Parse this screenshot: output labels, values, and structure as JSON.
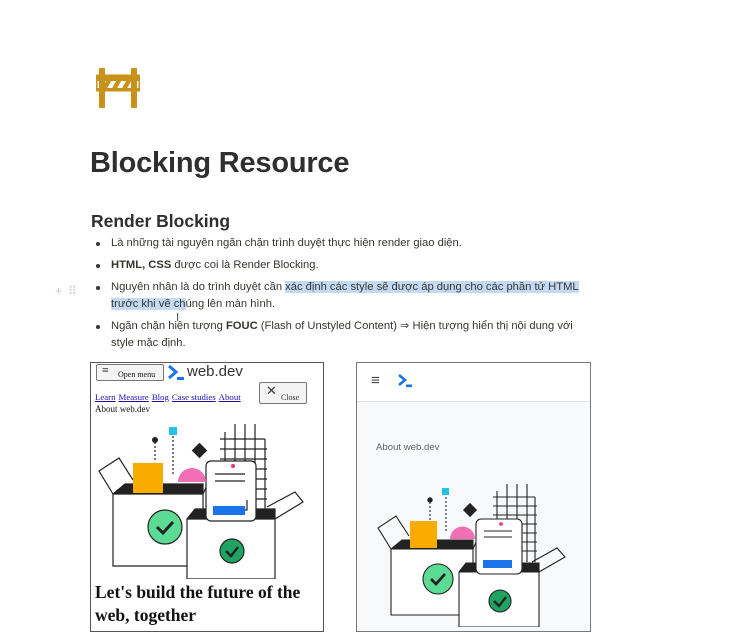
{
  "page": {
    "title": "Blocking Resource",
    "icon": "roadblock-icon",
    "accent": "#c89119"
  },
  "section": {
    "heading": "Render Blocking",
    "bullets": [
      {
        "text": "Là những tài nguyên ngăn chặn trình duyệt thực hiện render giao diện."
      },
      {
        "bold": "HTML, CSS",
        "text": " được coi là Render Blocking."
      },
      {
        "pre": "Nguyên nhân là do trình duyệt cần ",
        "highlight": "xác định các style sẽ được áp dụng cho các phần tử HTML trước khi vẽ ch",
        "post": "úng lên màn hình."
      },
      {
        "pre": "Ngăn chặn hiện tượng ",
        "bold": "FOUC",
        "post": " (Flash of Unstyled Content) ⇒ Hiện tượng hiển thị nội dung với style mặc định."
      }
    ],
    "highlight_color": "#c4daf3"
  },
  "block_handle": {
    "add": "+",
    "drag": "⠿"
  },
  "mockup_unstyled": {
    "menu_button": "Open menu",
    "brand": "web.dev",
    "links": [
      "Learn",
      "Measure",
      "Blog",
      "Case studies",
      "About"
    ],
    "close_button": "Close",
    "about": "About web.dev",
    "headline": "Let's build the future of the web, together"
  },
  "mockup_styled": {
    "about": "About web.dev"
  }
}
